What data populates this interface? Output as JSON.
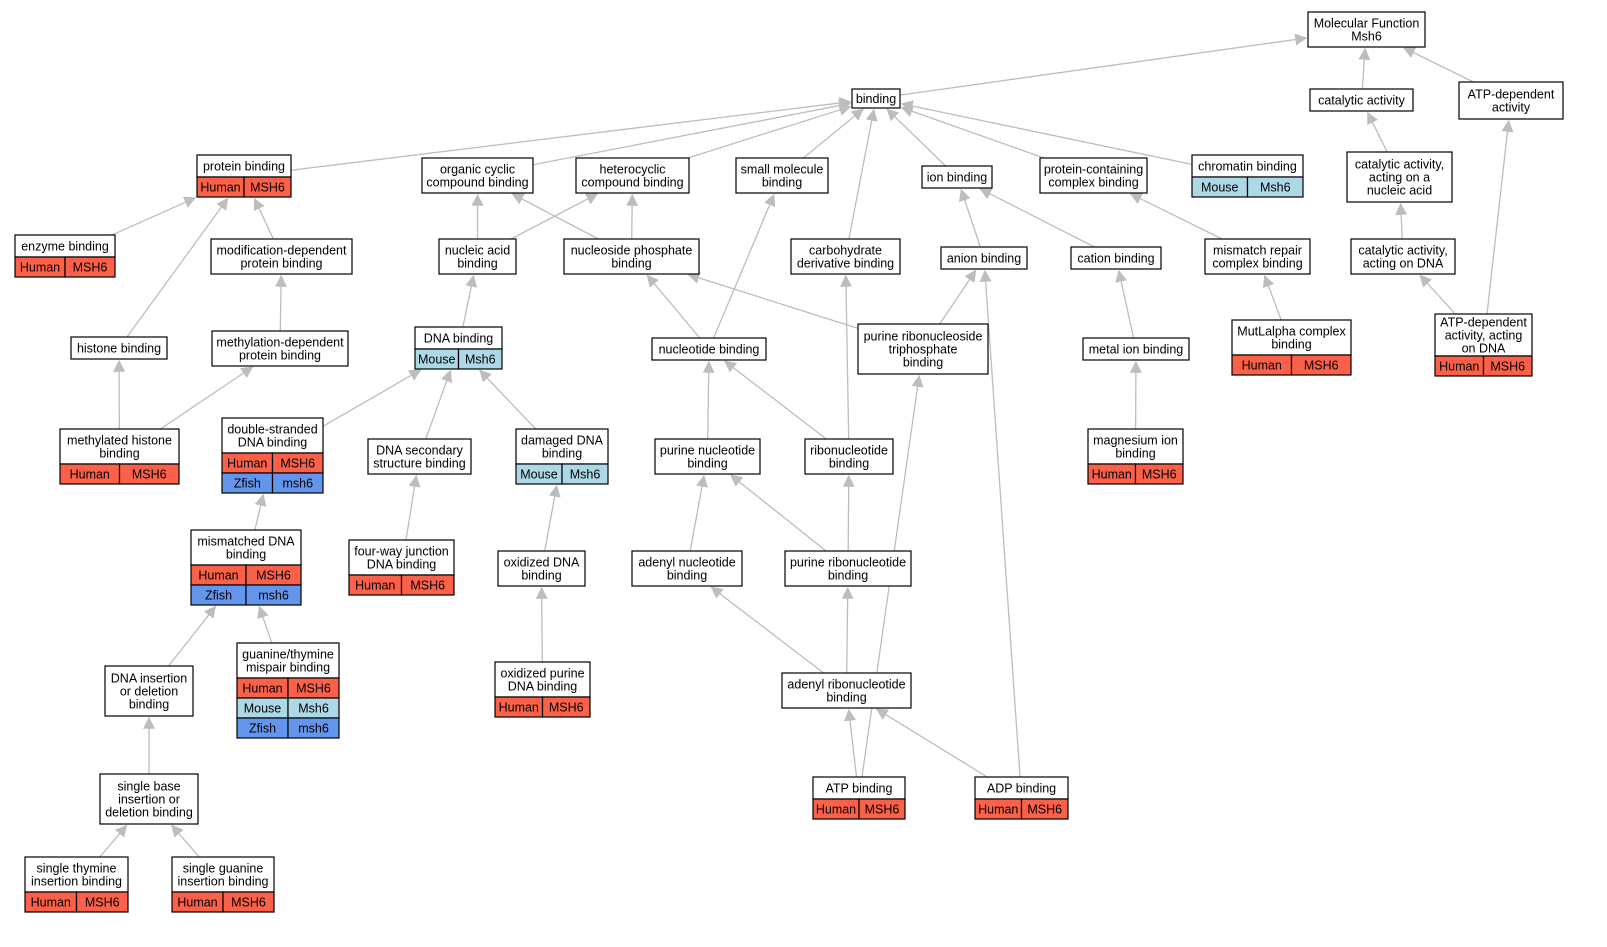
{
  "colors": {
    "Human": "#fa6148",
    "Mouse": "#add8e6",
    "Zfish": "#6495ed",
    "edge": "#bdbdbd",
    "node_border": "#000000",
    "node_fill": "#ffffff"
  },
  "nodes": [
    {
      "id": "mf",
      "lines": [
        "Molecular Function",
        "Msh6"
      ],
      "rows": []
    },
    {
      "id": "binding",
      "lines": [
        "binding"
      ],
      "rows": []
    },
    {
      "id": "catalytic",
      "lines": [
        "catalytic activity"
      ],
      "rows": []
    },
    {
      "id": "atpdep",
      "lines": [
        "ATP-dependent",
        "activity"
      ],
      "rows": []
    },
    {
      "id": "protbind",
      "lines": [
        "protein binding"
      ],
      "rows": [
        [
          "Human",
          "MSH6"
        ]
      ]
    },
    {
      "id": "orgcyc",
      "lines": [
        "organic cyclic",
        "compound binding"
      ],
      "rows": []
    },
    {
      "id": "hetcyc",
      "lines": [
        "heterocyclic",
        "compound binding"
      ],
      "rows": []
    },
    {
      "id": "smallmol",
      "lines": [
        "small molecule",
        "binding"
      ],
      "rows": []
    },
    {
      "id": "ionbind",
      "lines": [
        "ion binding"
      ],
      "rows": []
    },
    {
      "id": "protcomplex",
      "lines": [
        "protein-containing",
        "complex binding"
      ],
      "rows": []
    },
    {
      "id": "chromatin",
      "lines": [
        "chromatin binding"
      ],
      "rows": [
        [
          "Mouse",
          "Msh6"
        ]
      ]
    },
    {
      "id": "catnuc",
      "lines": [
        "catalytic activity,",
        "acting on a",
        "nucleic acid"
      ],
      "rows": []
    },
    {
      "id": "enzyme",
      "lines": [
        "enzyme binding"
      ],
      "rows": [
        [
          "Human",
          "MSH6"
        ]
      ]
    },
    {
      "id": "moddep",
      "lines": [
        "modification-dependent",
        "protein binding"
      ],
      "rows": []
    },
    {
      "id": "nucacid",
      "lines": [
        "nucleic acid",
        "binding"
      ],
      "rows": []
    },
    {
      "id": "nucphos",
      "lines": [
        "nucleoside phosphate",
        "binding"
      ],
      "rows": []
    },
    {
      "id": "carbo",
      "lines": [
        "carbohydrate",
        "derivative binding"
      ],
      "rows": []
    },
    {
      "id": "anion",
      "lines": [
        "anion binding"
      ],
      "rows": []
    },
    {
      "id": "cation",
      "lines": [
        "cation binding"
      ],
      "rows": []
    },
    {
      "id": "mismatchcomplex",
      "lines": [
        "mismatch repair",
        "complex binding"
      ],
      "rows": []
    },
    {
      "id": "catdna",
      "lines": [
        "catalytic activity,",
        "acting on DNA"
      ],
      "rows": []
    },
    {
      "id": "histone",
      "lines": [
        "histone binding"
      ],
      "rows": []
    },
    {
      "id": "methdep",
      "lines": [
        "methylation-dependent",
        "protein binding"
      ],
      "rows": []
    },
    {
      "id": "dnabind",
      "lines": [
        "DNA binding"
      ],
      "rows": [
        [
          "Mouse",
          "Msh6"
        ]
      ]
    },
    {
      "id": "nucleotide",
      "lines": [
        "nucleotide binding"
      ],
      "rows": []
    },
    {
      "id": "purribotri",
      "lines": [
        "purine ribonucleoside",
        "triphosphate",
        "binding"
      ],
      "rows": []
    },
    {
      "id": "metalion",
      "lines": [
        "metal ion binding"
      ],
      "rows": []
    },
    {
      "id": "mutlalpha",
      "lines": [
        "MutLalpha complex",
        "binding"
      ],
      "rows": [
        [
          "Human",
          "MSH6"
        ]
      ]
    },
    {
      "id": "atpdepdna",
      "lines": [
        "ATP-dependent",
        "activity, acting",
        "on DNA"
      ],
      "rows": [
        [
          "Human",
          "MSH6"
        ]
      ]
    },
    {
      "id": "methhist",
      "lines": [
        "methylated histone",
        "binding"
      ],
      "rows": [
        [
          "Human",
          "MSH6"
        ]
      ]
    },
    {
      "id": "dsdna",
      "lines": [
        "double-stranded",
        "DNA binding"
      ],
      "rows": [
        [
          "Human",
          "MSH6"
        ],
        [
          "Zfish",
          "msh6"
        ]
      ]
    },
    {
      "id": "dnasec",
      "lines": [
        "DNA secondary",
        "structure binding"
      ],
      "rows": []
    },
    {
      "id": "damaged",
      "lines": [
        "damaged DNA",
        "binding"
      ],
      "rows": [
        [
          "Mouse",
          "Msh6"
        ]
      ]
    },
    {
      "id": "purnuc",
      "lines": [
        "purine nucleotide",
        "binding"
      ],
      "rows": []
    },
    {
      "id": "ribonuc",
      "lines": [
        "ribonucleotide",
        "binding"
      ],
      "rows": []
    },
    {
      "id": "magnesium",
      "lines": [
        "magnesium ion",
        "binding"
      ],
      "rows": [
        [
          "Human",
          "MSH6"
        ]
      ]
    },
    {
      "id": "mismatched",
      "lines": [
        "mismatched DNA",
        "binding"
      ],
      "rows": [
        [
          "Human",
          "MSH6"
        ],
        [
          "Zfish",
          "msh6"
        ]
      ]
    },
    {
      "id": "fourway",
      "lines": [
        "four-way junction",
        "DNA binding"
      ],
      "rows": [
        [
          "Human",
          "MSH6"
        ]
      ]
    },
    {
      "id": "oxidized",
      "lines": [
        "oxidized DNA",
        "binding"
      ],
      "rows": []
    },
    {
      "id": "adenylnuc",
      "lines": [
        "adenyl nucleotide",
        "binding"
      ],
      "rows": []
    },
    {
      "id": "purribonuc",
      "lines": [
        "purine ribonucleotide",
        "binding"
      ],
      "rows": []
    },
    {
      "id": "guanthym",
      "lines": [
        "guanine/thymine",
        "mispair binding"
      ],
      "rows": [
        [
          "Human",
          "MSH6"
        ],
        [
          "Mouse",
          "Msh6"
        ],
        [
          "Zfish",
          "msh6"
        ]
      ]
    },
    {
      "id": "indel",
      "lines": [
        "DNA insertion",
        "or deletion",
        "binding"
      ],
      "rows": []
    },
    {
      "id": "oxpurine",
      "lines": [
        "oxidized purine",
        "DNA binding"
      ],
      "rows": [
        [
          "Human",
          "MSH6"
        ]
      ]
    },
    {
      "id": "adenylribo",
      "lines": [
        "adenyl ribonucleotide",
        "binding"
      ],
      "rows": []
    },
    {
      "id": "atpbind",
      "lines": [
        "ATP binding"
      ],
      "rows": [
        [
          "Human",
          "MSH6"
        ]
      ]
    },
    {
      "id": "adpbind",
      "lines": [
        "ADP binding"
      ],
      "rows": [
        [
          "Human",
          "MSH6"
        ]
      ]
    },
    {
      "id": "singlebase",
      "lines": [
        "single base",
        "insertion or",
        "deletion binding"
      ],
      "rows": []
    },
    {
      "id": "singlethym",
      "lines": [
        "single thymine",
        "insertion binding"
      ],
      "rows": [
        [
          "Human",
          "MSH6"
        ]
      ]
    },
    {
      "id": "singleguan",
      "lines": [
        "single guanine",
        "insertion binding"
      ],
      "rows": [
        [
          "Human",
          "MSH6"
        ]
      ]
    }
  ],
  "edges": [
    [
      "binding",
      "mf"
    ],
    [
      "catalytic",
      "mf"
    ],
    [
      "atpdep",
      "mf"
    ],
    [
      "protbind",
      "binding"
    ],
    [
      "orgcyc",
      "binding"
    ],
    [
      "hetcyc",
      "binding"
    ],
    [
      "smallmol",
      "binding"
    ],
    [
      "ionbind",
      "binding"
    ],
    [
      "protcomplex",
      "binding"
    ],
    [
      "chromatin",
      "binding"
    ],
    [
      "carbo",
      "binding"
    ],
    [
      "catnuc",
      "catalytic"
    ],
    [
      "catdna",
      "catnuc"
    ],
    [
      "atpdepdna",
      "catdna"
    ],
    [
      "atpdepdna",
      "atpdep"
    ],
    [
      "enzyme",
      "protbind"
    ],
    [
      "moddep",
      "protbind"
    ],
    [
      "histone",
      "protbind"
    ],
    [
      "methdep",
      "moddep"
    ],
    [
      "methhist",
      "histone"
    ],
    [
      "methhist",
      "methdep"
    ],
    [
      "nucacid",
      "orgcyc"
    ],
    [
      "nucacid",
      "hetcyc"
    ],
    [
      "nucphos",
      "orgcyc"
    ],
    [
      "nucphos",
      "hetcyc"
    ],
    [
      "dnabind",
      "nucacid"
    ],
    [
      "dsdna",
      "dnabind"
    ],
    [
      "dnasec",
      "dnabind"
    ],
    [
      "damaged",
      "dnabind"
    ],
    [
      "mismatched",
      "dsdna"
    ],
    [
      "guanthym",
      "mismatched"
    ],
    [
      "indel",
      "mismatched"
    ],
    [
      "singlebase",
      "indel"
    ],
    [
      "singlethym",
      "singlebase"
    ],
    [
      "singleguan",
      "singlebase"
    ],
    [
      "fourway",
      "dnasec"
    ],
    [
      "oxidized",
      "damaged"
    ],
    [
      "oxpurine",
      "oxidized"
    ],
    [
      "nucleotide",
      "nucphos"
    ],
    [
      "nucleotide",
      "smallmol"
    ],
    [
      "purribotri",
      "nucphos"
    ],
    [
      "purribotri",
      "anion"
    ],
    [
      "purnuc",
      "nucleotide"
    ],
    [
      "ribonuc",
      "nucleotide"
    ],
    [
      "ribonuc",
      "carbo"
    ],
    [
      "adenylnuc",
      "purnuc"
    ],
    [
      "purribonuc",
      "purnuc"
    ],
    [
      "purribonuc",
      "ribonuc"
    ],
    [
      "adenylribo",
      "adenylnuc"
    ],
    [
      "adenylribo",
      "purribonuc"
    ],
    [
      "atpbind",
      "adenylribo"
    ],
    [
      "atpbind",
      "purribotri"
    ],
    [
      "adpbind",
      "adenylribo"
    ],
    [
      "adpbind",
      "anion"
    ],
    [
      "anion",
      "ionbind"
    ],
    [
      "cation",
      "ionbind"
    ],
    [
      "metalion",
      "cation"
    ],
    [
      "magnesium",
      "metalion"
    ],
    [
      "mismatchcomplex",
      "protcomplex"
    ],
    [
      "mutlalpha",
      "mismatchcomplex"
    ]
  ]
}
